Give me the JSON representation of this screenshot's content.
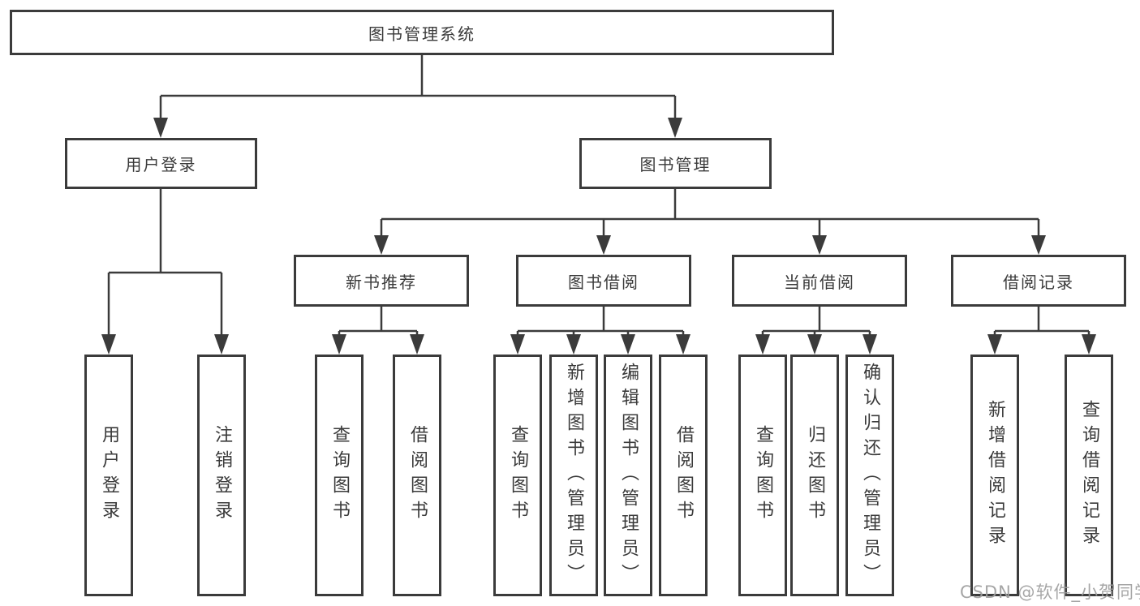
{
  "diagram": {
    "root": {
      "label": "图书管理系统"
    },
    "login": {
      "label": "用户登录",
      "children": [
        {
          "label": "用户登录"
        },
        {
          "label": "注销登录"
        }
      ]
    },
    "management": {
      "label": "图书管理",
      "sections": [
        {
          "label": "新书推荐",
          "children": [
            {
              "label": "查询图书"
            },
            {
              "label": "借阅图书"
            }
          ]
        },
        {
          "label": "图书借阅",
          "children": [
            {
              "label": "查询图书"
            },
            {
              "label": "新增图书（管理员）"
            },
            {
              "label": "编辑图书（管理员）"
            },
            {
              "label": "借阅图书"
            }
          ]
        },
        {
          "label": "当前借阅",
          "children": [
            {
              "label": "查询图书"
            },
            {
              "label": "归还图书"
            },
            {
              "label": "确认归还（管理员）"
            }
          ]
        },
        {
          "label": "借阅记录",
          "children": [
            {
              "label": "新增借阅记录"
            },
            {
              "label": "查询借阅记录"
            }
          ]
        }
      ]
    }
  },
  "watermark": {
    "text": "CSDN @软件_小贺同学"
  },
  "colors": {
    "line": "#3b3b3b",
    "text": "#3a3a3a",
    "box_background": "#ffffff",
    "watermark": "#9e9e9e",
    "background": "#ffffff"
  }
}
